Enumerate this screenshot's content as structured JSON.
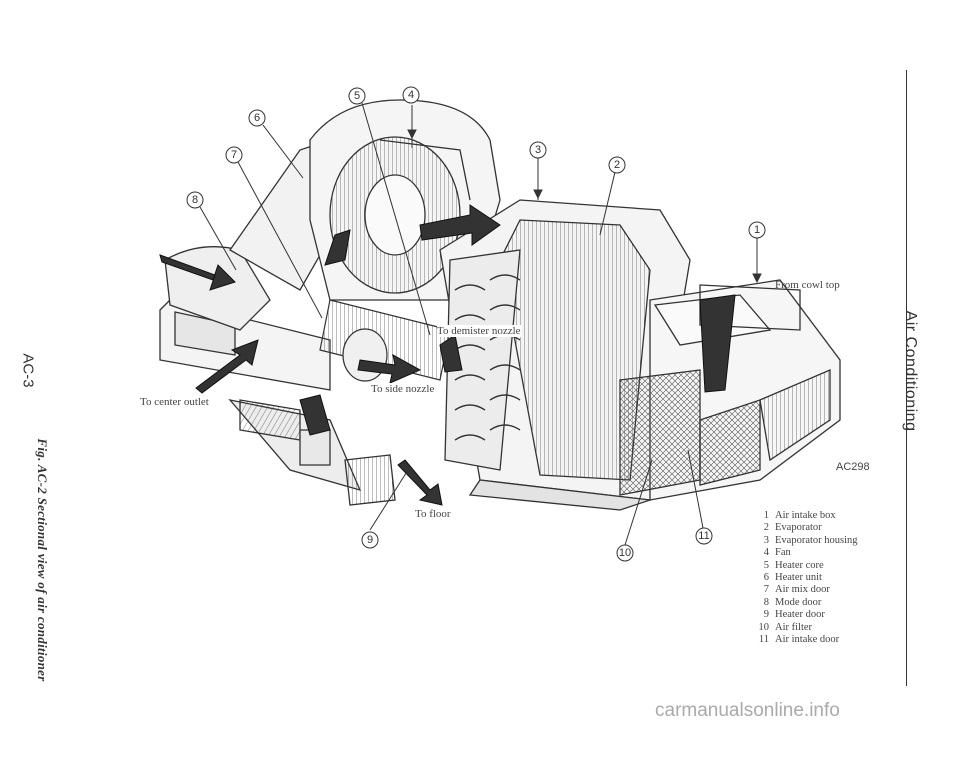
{
  "page": {
    "page_code": "AC-3",
    "figure_caption": "Fig. AC-2 Sectional view of air conditioner",
    "section_title": "Air Conditioning",
    "drawing_code": "AC298",
    "footer": "carmanualsonline.info"
  },
  "flow_labels": {
    "cowl_top": "From cowl top",
    "demister": "To demister nozzle",
    "side": "To side nozzle",
    "center": "To center outlet",
    "floor": "To floor"
  },
  "callouts": {
    "c1": "1",
    "c2": "2",
    "c3": "3",
    "c4": "4",
    "c5": "5",
    "c6": "6",
    "c7": "7",
    "c8": "8",
    "c9": "9",
    "c10": "10",
    "c11": "11"
  },
  "legend": [
    {
      "num": "1",
      "label": "Air intake box"
    },
    {
      "num": "2",
      "label": "Evaporator"
    },
    {
      "num": "3",
      "label": "Evaporator housing"
    },
    {
      "num": "4",
      "label": "Fan"
    },
    {
      "num": "5",
      "label": "Heater core"
    },
    {
      "num": "6",
      "label": "Heater unit"
    },
    {
      "num": "7",
      "label": "Air mix door"
    },
    {
      "num": "8",
      "label": "Mode door"
    },
    {
      "num": "9",
      "label": "Heater door"
    },
    {
      "num": "10",
      "label": "Air filter"
    },
    {
      "num": "11",
      "label": "Air intake door"
    }
  ]
}
